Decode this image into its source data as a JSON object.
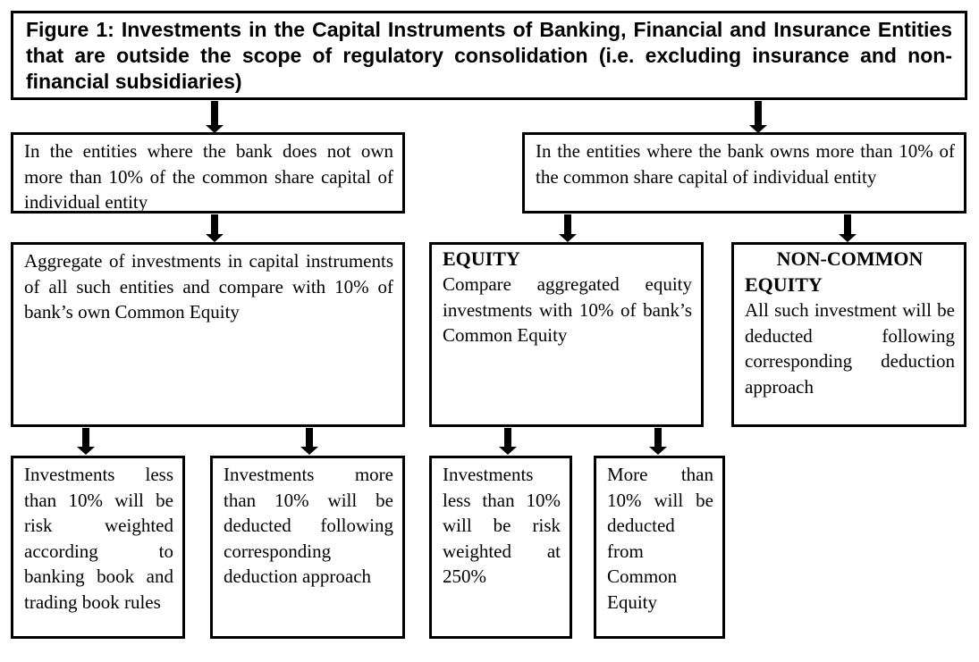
{
  "title": "Figure 1: Investments in the Capital Instruments of Banking, Financial and Insurance Entities that are outside the scope of regulatory consolidation (i.e. excluding insurance and non-financial subsidiaries)",
  "left_branch": {
    "condition": "In the entities where the bank does not own more than 10% of the common share capital of individual entity",
    "aggregate": "Aggregate of investments in capital instruments of all such entities and compare with 10% of bank’s own Common Equity",
    "less_outcome": "Investments less than 10% will be risk weighted according to banking book and trading book rules",
    "more_outcome": "Investments more than 10% will be deducted following corresponding deduction approach"
  },
  "right_branch": {
    "condition": "In the entities where the bank owns more than 10% of the common share capital of individual entity",
    "equity": {
      "heading": "EQUITY",
      "text": "Compare aggregated equity investments with 10% of bank’s Common Equity",
      "less_outcome": "Investments less than 10% will be risk weighted at 250%",
      "more_outcome": "More than 10% will be deducted from Common Equity"
    },
    "non_common_equity": {
      "heading": "NON-COMMON EQUITY",
      "text": "All such investment will be deducted following corresponding deduction approach"
    }
  }
}
